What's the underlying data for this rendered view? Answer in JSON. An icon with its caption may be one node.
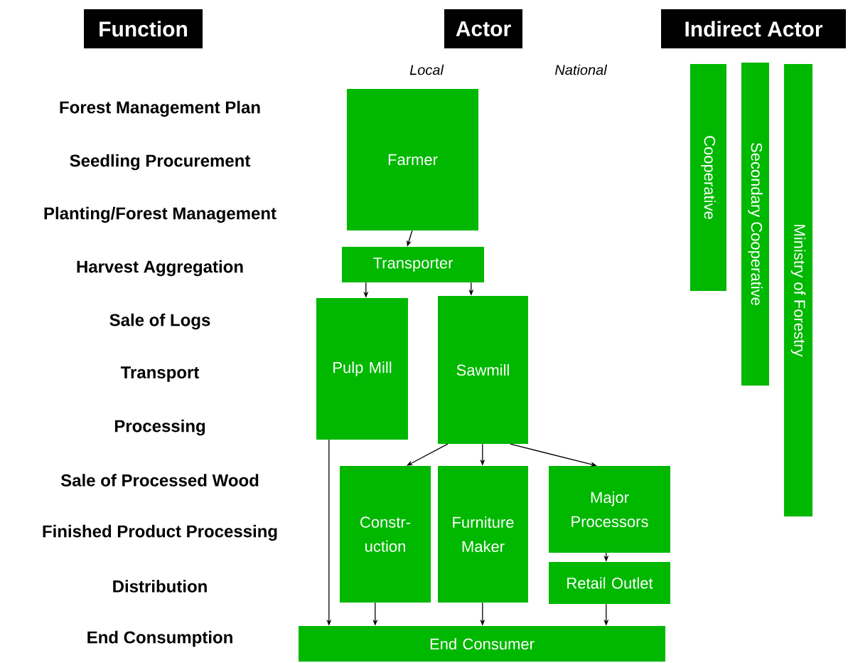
{
  "diagram": {
    "nodes": [
      {
        "text": [
          "Function"
        ]
      },
      {
        "text": [
          "Actor"
        ]
      },
      {
        "text": [
          "Indirect Actor"
        ]
      },
      {
        "text": [
          "Farmer"
        ]
      },
      {
        "text": [
          "Transporter"
        ]
      },
      {
        "text": [
          "Pulp Mill"
        ]
      },
      {
        "text": [
          "Sawmill"
        ]
      },
      {
        "text": [
          "Constr-uction"
        ]
      },
      {
        "text": [
          "Furniture Maker"
        ]
      },
      {
        "text": [
          "Major Processors"
        ]
      },
      {
        "text": [
          "Retail Outlet"
        ]
      },
      {
        "text": [
          "End Consumer"
        ]
      },
      {
        "text": [
          "Cooperative"
        ]
      },
      {
        "text": [
          "Secondary Cooperative"
        ]
      },
      {
        "text": [
          "Ministry of Forestry"
        ]
      }
    ],
    "edges": [
      {
        "from": 3,
        "to": 4,
        "arrow": "to"
      },
      {
        "from": 4,
        "to": 5,
        "arrow": "to"
      },
      {
        "from": 4,
        "to": 6,
        "arrow": "to"
      },
      {
        "from": 6,
        "to": 7,
        "arrow": "to"
      },
      {
        "from": 6,
        "to": 8,
        "arrow": "to"
      },
      {
        "from": 6,
        "to": 9,
        "arrow": "to"
      },
      {
        "from": 9,
        "to": 10,
        "arrow": "to"
      },
      {
        "from": 5,
        "to": 11,
        "arrow": "to"
      },
      {
        "from": 7,
        "to": 11,
        "arrow": "to"
      },
      {
        "from": 8,
        "to": 11,
        "arrow": "to"
      },
      {
        "from": 10,
        "to": 11,
        "arrow": "to"
      }
    ],
    "labels": [
      "Local",
      "National",
      "Forest Management Plan",
      "Seedling Procurement",
      "Planting/Forest Management",
      "Harvest Aggregation",
      "Sale of Logs",
      "Transport",
      "Processing",
      "Sale of Processed Wood",
      "Finished Product Processing",
      "Distribution",
      "End Consumption"
    ]
  }
}
